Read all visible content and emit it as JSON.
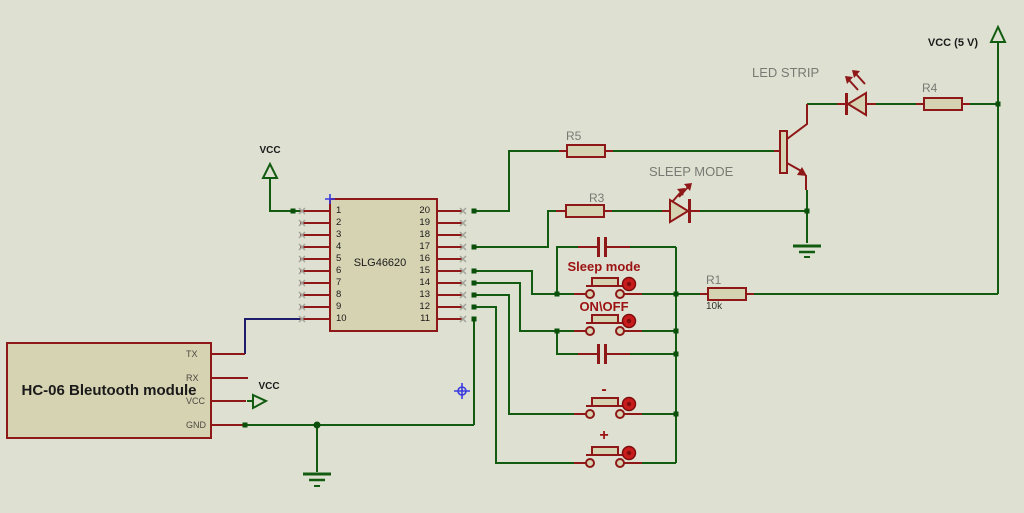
{
  "colors": {
    "background": "#dee0d2",
    "wire_green": "#115c11",
    "component_red": "#8e1717",
    "component_fill": "#d6d3b2",
    "junction_green": "#0a4f0a",
    "label_gray": "#7a7a74",
    "text_black": "#1a1a1a",
    "button_label_red": "#9c1212",
    "actuator_red": "#c81c1c",
    "navy_wire": "#1d1d6b",
    "marker_blue": "#3a3ae0",
    "pin_x_gray": "#a3a39b"
  },
  "module": {
    "title": "HC-06 Bleutooth module",
    "pins": [
      "TX",
      "RX",
      "VCC",
      "GND"
    ]
  },
  "ic": {
    "label": "SLG46620",
    "left_pins": [
      "1",
      "2",
      "3",
      "4",
      "5",
      "6",
      "7",
      "8",
      "9",
      "10"
    ],
    "right_pins": [
      "20",
      "19",
      "18",
      "17",
      "16",
      "15",
      "14",
      "13",
      "12",
      "11"
    ]
  },
  "resistors": {
    "r5": {
      "ref": "R5"
    },
    "r3": {
      "ref": "R3"
    },
    "r1": {
      "ref": "R1",
      "value": "10k"
    },
    "r4": {
      "ref": "R4"
    }
  },
  "annotations": {
    "led_strip": "LED STRIP",
    "sleep_mode": "SLEEP MODE"
  },
  "power": {
    "vcc_ic": "VCC",
    "vcc_module": "VCC",
    "vcc_rail": "VCC (5 V)"
  },
  "buttons": {
    "sleep": "Sleep mode",
    "onoff": "ON\\OFF",
    "minus": "-",
    "plus": "+"
  }
}
